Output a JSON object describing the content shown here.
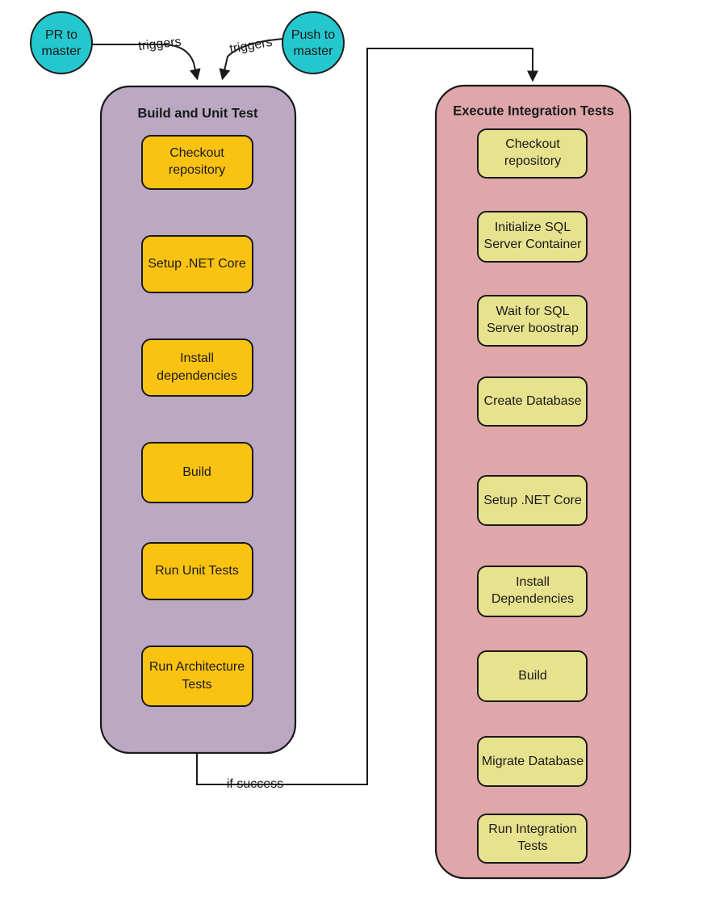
{
  "diagram": {
    "title_left_cluster": "Build and Unit Test",
    "title_right_cluster": "Execute Integration Tests",
    "triggers": [
      {
        "id": "pr",
        "label_line1": "PR to",
        "label_line2": "master",
        "edge_label": "triggers"
      },
      {
        "id": "push",
        "label_line1": "Push to",
        "label_line2": "master",
        "edge_label": "triggers"
      }
    ],
    "connector_label_if_success": "if success",
    "left_cluster": {
      "title": "Build and Unit Test",
      "steps": [
        {
          "line1": "Checkout",
          "line2": "repository"
        },
        {
          "line1": "Setup .NET Core",
          "line2": ""
        },
        {
          "line1": "Install",
          "line2": "dependencies"
        },
        {
          "line1": "Build",
          "line2": ""
        },
        {
          "line1": "Run Unit Tests",
          "line2": ""
        },
        {
          "line1": "Run Architecture",
          "line2": "Tests"
        }
      ]
    },
    "right_cluster": {
      "title": "Execute Integration Tests",
      "steps": [
        {
          "line1": "Checkout",
          "line2": "repository"
        },
        {
          "line1": "Initialize SQL",
          "line2": "Server Container"
        },
        {
          "line1": "Wait for SQL",
          "line2": "Server boostrap"
        },
        {
          "line1": "Create Database",
          "line2": ""
        },
        {
          "line1": "Setup .NET Core",
          "line2": ""
        },
        {
          "line1": "Install",
          "line2": "Dependencies"
        },
        {
          "line1": "Build",
          "line2": ""
        },
        {
          "line1": "Migrate Database",
          "line2": ""
        },
        {
          "line1": "Run Integration",
          "line2": "Tests"
        }
      ]
    },
    "colors": {
      "trigger_circle": "#25C7CE",
      "left_cluster_bg": "#BBA9C3",
      "right_cluster_bg": "#DFA7A9",
      "left_node_bg": "#FAC312",
      "right_node_bg": "#E7E28E",
      "stroke": "#1a1a1a",
      "text": "#1a1a1a",
      "page_bg": "#ffffff"
    }
  }
}
